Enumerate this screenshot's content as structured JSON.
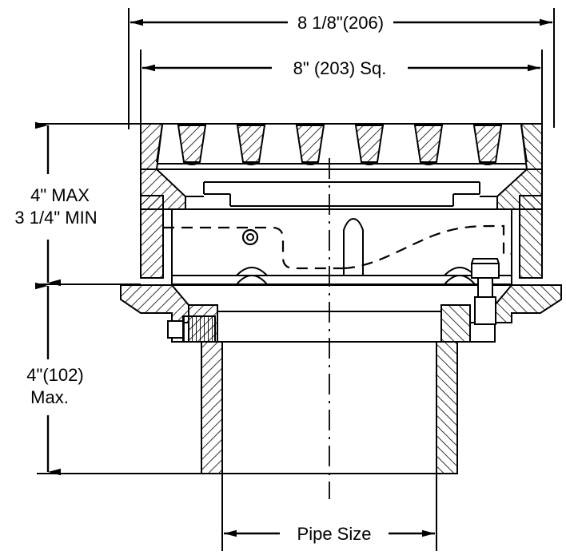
{
  "drawing": {
    "title": "Floor Drain Cross-Section Detail",
    "line_color": "#000000",
    "background_color": "#ffffff",
    "hatch_color": "#000000",
    "dimensions": {
      "overall_width": {
        "label": "8 1/8\"(206)",
        "id": "overall-width-dimension"
      },
      "grate_width": {
        "label": "8\" (203) Sq.",
        "id": "grate-width-dimension"
      },
      "top_height": {
        "line1": "4\" MAX",
        "line2": "3 1/4\" MIN",
        "id": "top-height-dimension"
      },
      "bottom_height": {
        "line1": "4\"(102)",
        "line2": "Max.",
        "id": "bottom-height-dimension"
      },
      "pipe_size": {
        "label": "Pipe Size",
        "id": "pipe-size-dimension"
      }
    },
    "components": {
      "grate": "grate-with-tapered-bars",
      "collar": "adjustable-collar",
      "body": "drain-body",
      "flange": "clamping-flange",
      "plug": "threaded-side-plug",
      "bolt": "hex-head-bolt",
      "hub": "pipe-hub",
      "centerline": "vertical-centerline",
      "weir": "dashed-internal-weir-profile",
      "screw": "small-set-screw"
    }
  }
}
